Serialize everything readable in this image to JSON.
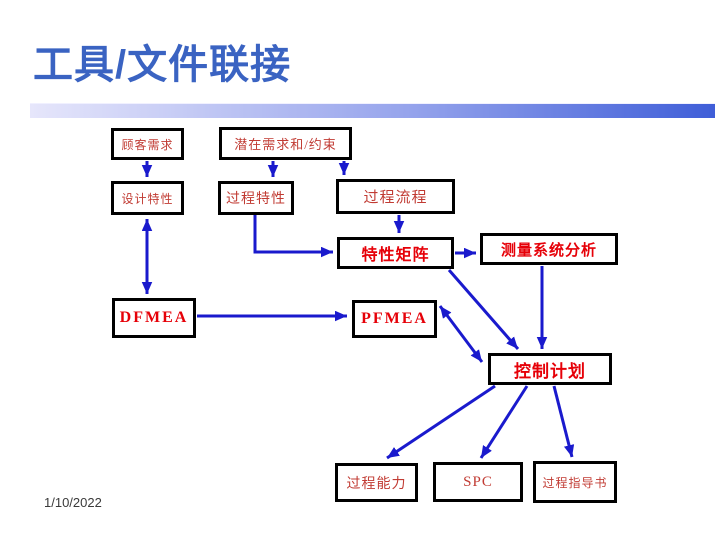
{
  "slide": {
    "title": "工具/文件联接",
    "date": "1/10/2022"
  },
  "colors": {
    "title_blue": "#3a63c2",
    "arrow_blue": "#1a1acd",
    "box_border": "#000000",
    "box_text_red": "#c13b33",
    "box_text_bold_red": "#e60008",
    "bar_gradient_start": "#e6e6fb",
    "bar_gradient_end": "#3f5ed8",
    "date_gray": "#3a3a3a"
  },
  "nodes": {
    "customer_needs": {
      "label": "顾客需求"
    },
    "potential_needs": {
      "label": "潜在需求和/约束"
    },
    "design_characteristics": {
      "label": "设计特性"
    },
    "process_characteristics": {
      "label": "过程特性"
    },
    "process_flow": {
      "label": "过程流程"
    },
    "characteristics_matrix": {
      "label": "特性矩阵"
    },
    "msa": {
      "label": "测量系统分析"
    },
    "dfmea": {
      "label": "DFMEA"
    },
    "pfmea": {
      "label": "PFMEA"
    },
    "control_plan": {
      "label": "控制计划"
    },
    "process_capability": {
      "label": "过程能力"
    },
    "spc": {
      "label": "SPC"
    },
    "process_instruction": {
      "label": "过程指导书"
    }
  },
  "edges": [
    {
      "from": "customer_needs",
      "to": "design_characteristics",
      "bidirectional": false
    },
    {
      "from": "potential_needs",
      "to": "process_characteristics",
      "bidirectional": false
    },
    {
      "from": "potential_needs",
      "to": "process_flow",
      "bidirectional": false
    },
    {
      "from": "design_characteristics",
      "to": "dfmea",
      "bidirectional": true
    },
    {
      "from": "process_characteristics",
      "to": "characteristics_matrix",
      "bidirectional": false
    },
    {
      "from": "process_flow",
      "to": "characteristics_matrix",
      "bidirectional": false
    },
    {
      "from": "characteristics_matrix",
      "to": "msa",
      "bidirectional": false
    },
    {
      "from": "characteristics_matrix",
      "to": "control_plan",
      "bidirectional": false
    },
    {
      "from": "msa",
      "to": "control_plan",
      "bidirectional": false
    },
    {
      "from": "dfmea",
      "to": "pfmea",
      "bidirectional": false
    },
    {
      "from": "pfmea",
      "to": "control_plan",
      "bidirectional": true
    },
    {
      "from": "control_plan",
      "to": "process_capability",
      "bidirectional": false
    },
    {
      "from": "control_plan",
      "to": "spc",
      "bidirectional": false
    },
    {
      "from": "control_plan",
      "to": "process_instruction",
      "bidirectional": false
    }
  ]
}
